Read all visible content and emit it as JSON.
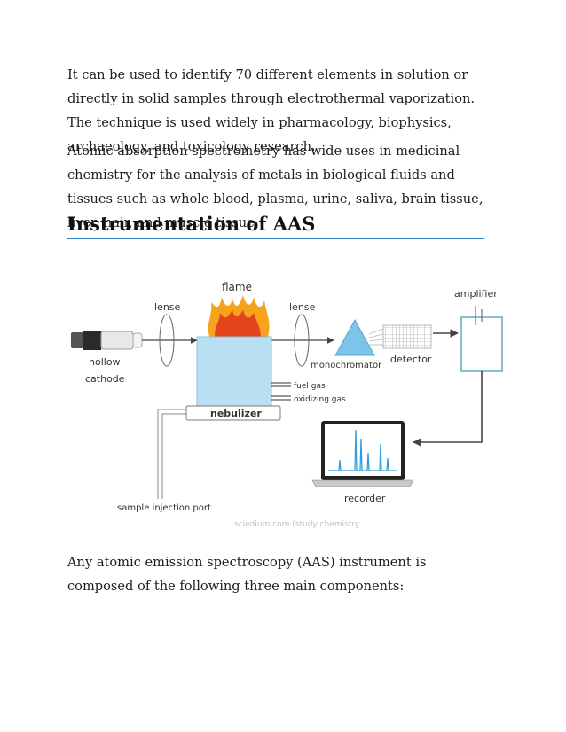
{
  "paragraphs": {
    "p1": "It can be used to identify 70 different elements in solution or directly in solid samples through electrothermal vaporization. The technique is used widely in pharmacology, biophysics, archaeology, and toxicology research.",
    "p2": "Atomic absorption spectrometry has wide uses in medicinal chemistry for the analysis of metals in biological fluids and tissues such as whole blood, plasma, urine, saliva, brain tissue, liver, hair, and muscle tissue.",
    "p3": "Any atomic emission spectroscopy (AAS) instrument is composed of the following three main components:"
  },
  "heading": "Instrumentation of AAS",
  "diagram": {
    "labels": {
      "hollow": "hollow",
      "cathode": "cathode",
      "lense1": "lense",
      "flame": "flame",
      "lense2": "lense",
      "monochromator": "monochromator",
      "detector": "detector",
      "amplifier": "amplifier",
      "fuel_gas": "fuel gas",
      "oxidizing_gas": "oxidizing gas",
      "nebulizer": "nebulizer",
      "sample_injection_port": "sample injection port",
      "recorder": "recorder",
      "watermark": "sciedium.com (study chemistry"
    },
    "colors": {
      "chamber": "#b9e0f2",
      "prism": "#7ec3e8",
      "flame_outer": "#f6a21a",
      "flame_inner": "#e2451c",
      "screen_peaks": "#2f9fd6"
    }
  }
}
